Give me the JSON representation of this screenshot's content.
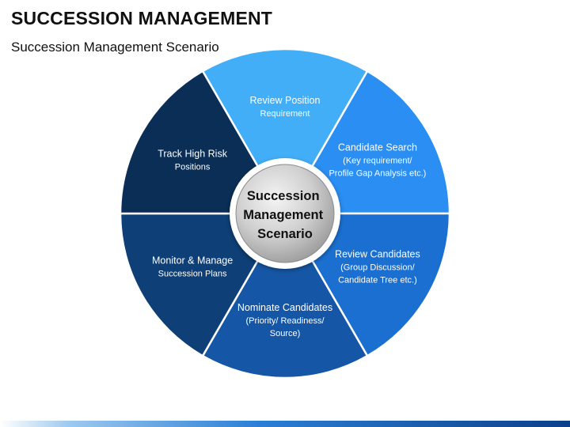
{
  "header": {
    "title": "SUCCESSION MANAGEMENT",
    "subtitle": "Succession Management Scenario"
  },
  "diagram": {
    "center": [
      "Succession",
      "Management",
      "Scenario"
    ],
    "segments": [
      {
        "id": "review-position",
        "color": "#42aef8",
        "lines": [
          "Review Position",
          "Requirement"
        ]
      },
      {
        "id": "candidate-search",
        "color": "#2a8ef2",
        "lines": [
          "Candidate Search",
          "(Key requirement/",
          "Profile Gap Analysis etc.)"
        ]
      },
      {
        "id": "review-candidates",
        "color": "#1a6fd0",
        "lines": [
          "Review Candidates",
          "(Group Discussion/",
          "Candidate Tree etc.)"
        ]
      },
      {
        "id": "nominate-candidates",
        "color": "#1557a6",
        "lines": [
          "Nominate Candidates",
          "(Priority/ Readiness/",
          "Source)"
        ]
      },
      {
        "id": "monitor-manage",
        "color": "#0e3f76",
        "lines": [
          "Monitor & Manage",
          "Succession Plans"
        ]
      },
      {
        "id": "track-high-risk",
        "color": "#0a2e56",
        "lines": [
          "Track High Risk",
          "Positions"
        ]
      }
    ]
  }
}
